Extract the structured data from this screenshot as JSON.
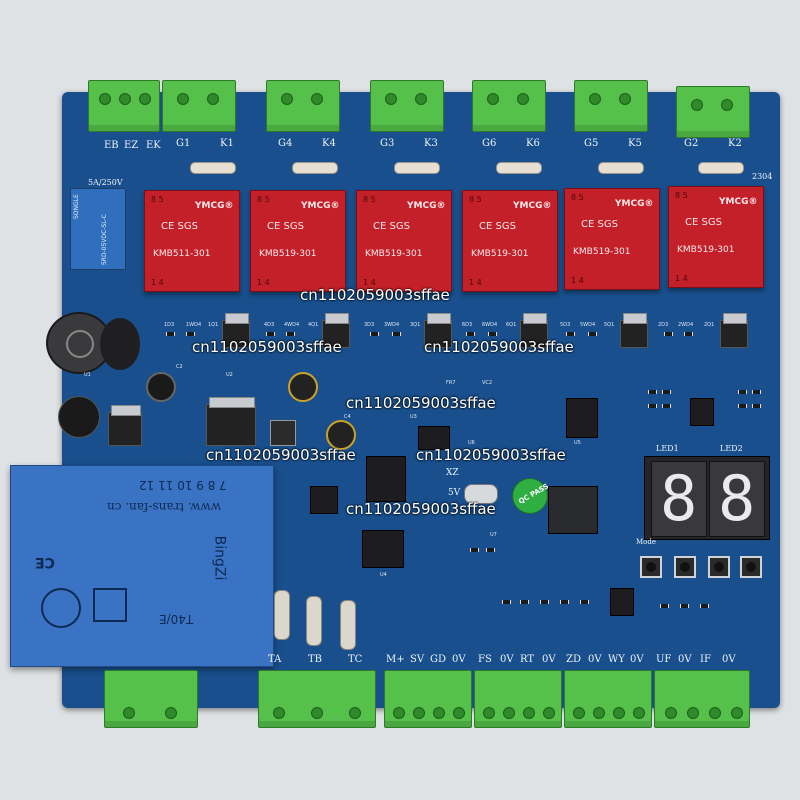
{
  "board": {
    "top_connector_labels": [
      "EB",
      "EZ",
      "EK"
    ],
    "relay_outputs": [
      {
        "g": "G1",
        "k": "K1"
      },
      {
        "g": "G4",
        "k": "K4"
      },
      {
        "g": "G3",
        "k": "K3"
      },
      {
        "g": "G6",
        "k": "K6"
      },
      {
        "g": "G5",
        "k": "K5"
      },
      {
        "g": "G2",
        "k": "K2"
      }
    ],
    "relays": [
      {
        "top": "8    5",
        "brand": "YMCG®",
        "cert": "CE SGS",
        "model": "KMB511-301",
        "bottom": "1    4"
      },
      {
        "top": "8    5",
        "brand": "YMCG®",
        "cert": "CE SGS",
        "model": "KMB519-301",
        "bottom": "1    4"
      },
      {
        "top": "8    5",
        "brand": "YMCG®",
        "cert": "CE SGS",
        "model": "KMB519-301",
        "bottom": "1    4"
      },
      {
        "top": "8    5",
        "brand": "YMCG®",
        "cert": "CE SGS",
        "model": "KMB519-301",
        "bottom": "1    4"
      },
      {
        "top": "8    5",
        "brand": "YMCG®",
        "cert": "CE SGS",
        "model": "KMB519-301",
        "bottom": "1    4"
      },
      {
        "top": "8    5",
        "brand": "YMCG®",
        "cert": "CE SGS",
        "model": "KMB519-301",
        "bottom": "1    4"
      }
    ],
    "fuse_label": "5A/250V",
    "board_code": "2304",
    "small_relay_label": "SONGLE",
    "small_relay_text": "SRD-05VDC-SL-C",
    "transformer": {
      "digits": "7 8 9 10 11 12",
      "site": "www. trans-fan. cn",
      "brand": "BingZi",
      "model": "T40/E",
      "mark": "CE"
    },
    "xtal_labels": [
      "XZ",
      "5V"
    ],
    "qc_sticker": "QC PASS",
    "led_labels": [
      "LED1",
      "LED2"
    ],
    "display_digits": [
      "8",
      "8"
    ],
    "mode_label": "Mode",
    "bottom_labels": {
      "t": [
        "TA",
        "TB",
        "TC"
      ],
      "sig1": [
        "M+",
        "SV",
        "GD",
        "0V"
      ],
      "sig2": [
        "FS",
        "0V",
        "RT",
        "0V"
      ],
      "sig3": [
        "ZD",
        "0V",
        "WY",
        "0V"
      ],
      "sig4": [
        "UF",
        "0V",
        "IF",
        "0V"
      ]
    },
    "small_silks": [
      "1D3",
      "1WD4",
      "1Q1",
      "4D3",
      "4WD4",
      "4Q1",
      "3D3",
      "3WD4",
      "3Q1",
      "6D3",
      "6WD4",
      "6Q1",
      "5D3",
      "5WD4",
      "5Q1",
      "2D3",
      "2WD4",
      "2Q1",
      "U1",
      "U2",
      "U3",
      "U4",
      "U5",
      "U6",
      "U7",
      "C2",
      "C4",
      "FR7",
      "VC2"
    ]
  },
  "watermarks": [
    "cn1102059003sffae",
    "cn1102059003sffae",
    "cn1102059003sffae",
    "cn1102059003sffae",
    "cn1102059003sffae",
    "cn1102059003sffae",
    "cn1102059003sffae"
  ]
}
